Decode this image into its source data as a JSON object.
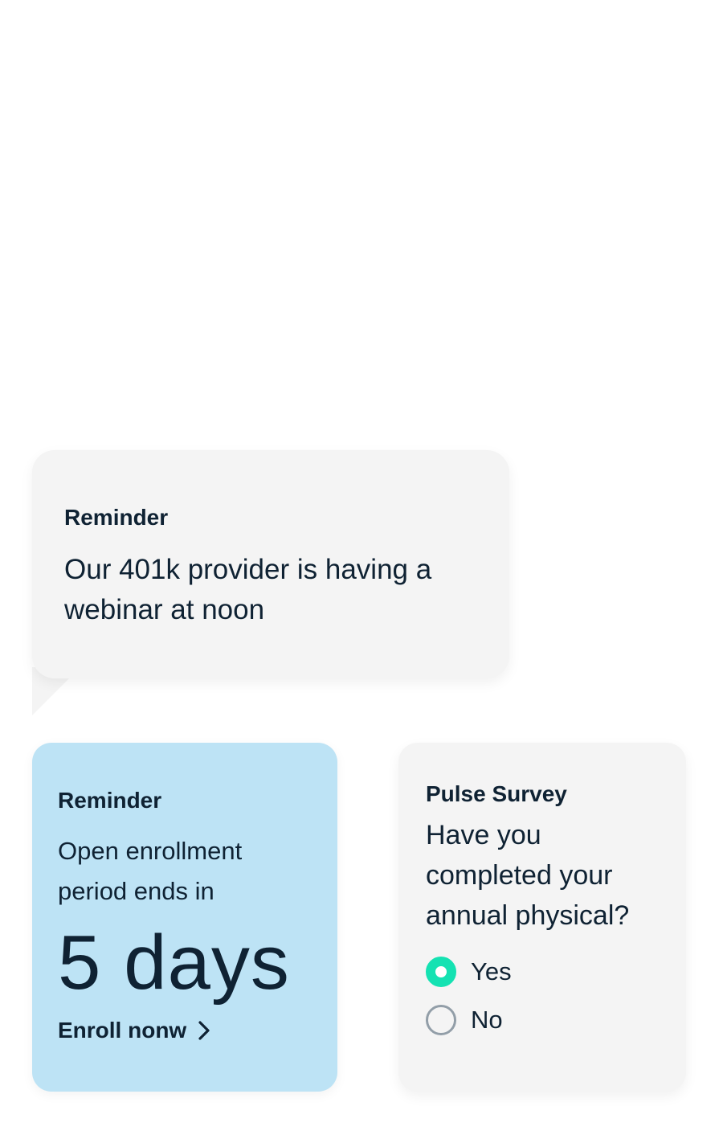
{
  "webinar_card": {
    "title": "Reminder",
    "message": "Our 401k provider is having a webinar at noon"
  },
  "enrollment_card": {
    "title": "Reminder",
    "message": "Open enrollment period ends in",
    "countdown": "5 days",
    "link_label": "Enroll nonw",
    "bg_color": "#bde3f5"
  },
  "survey_card": {
    "title": "Pulse Survey",
    "question": "Have you completed your annual physical?",
    "options": [
      {
        "label": "Yes",
        "selected": true
      },
      {
        "label": "No",
        "selected": false
      }
    ],
    "accent_color": "#14e2b2"
  }
}
